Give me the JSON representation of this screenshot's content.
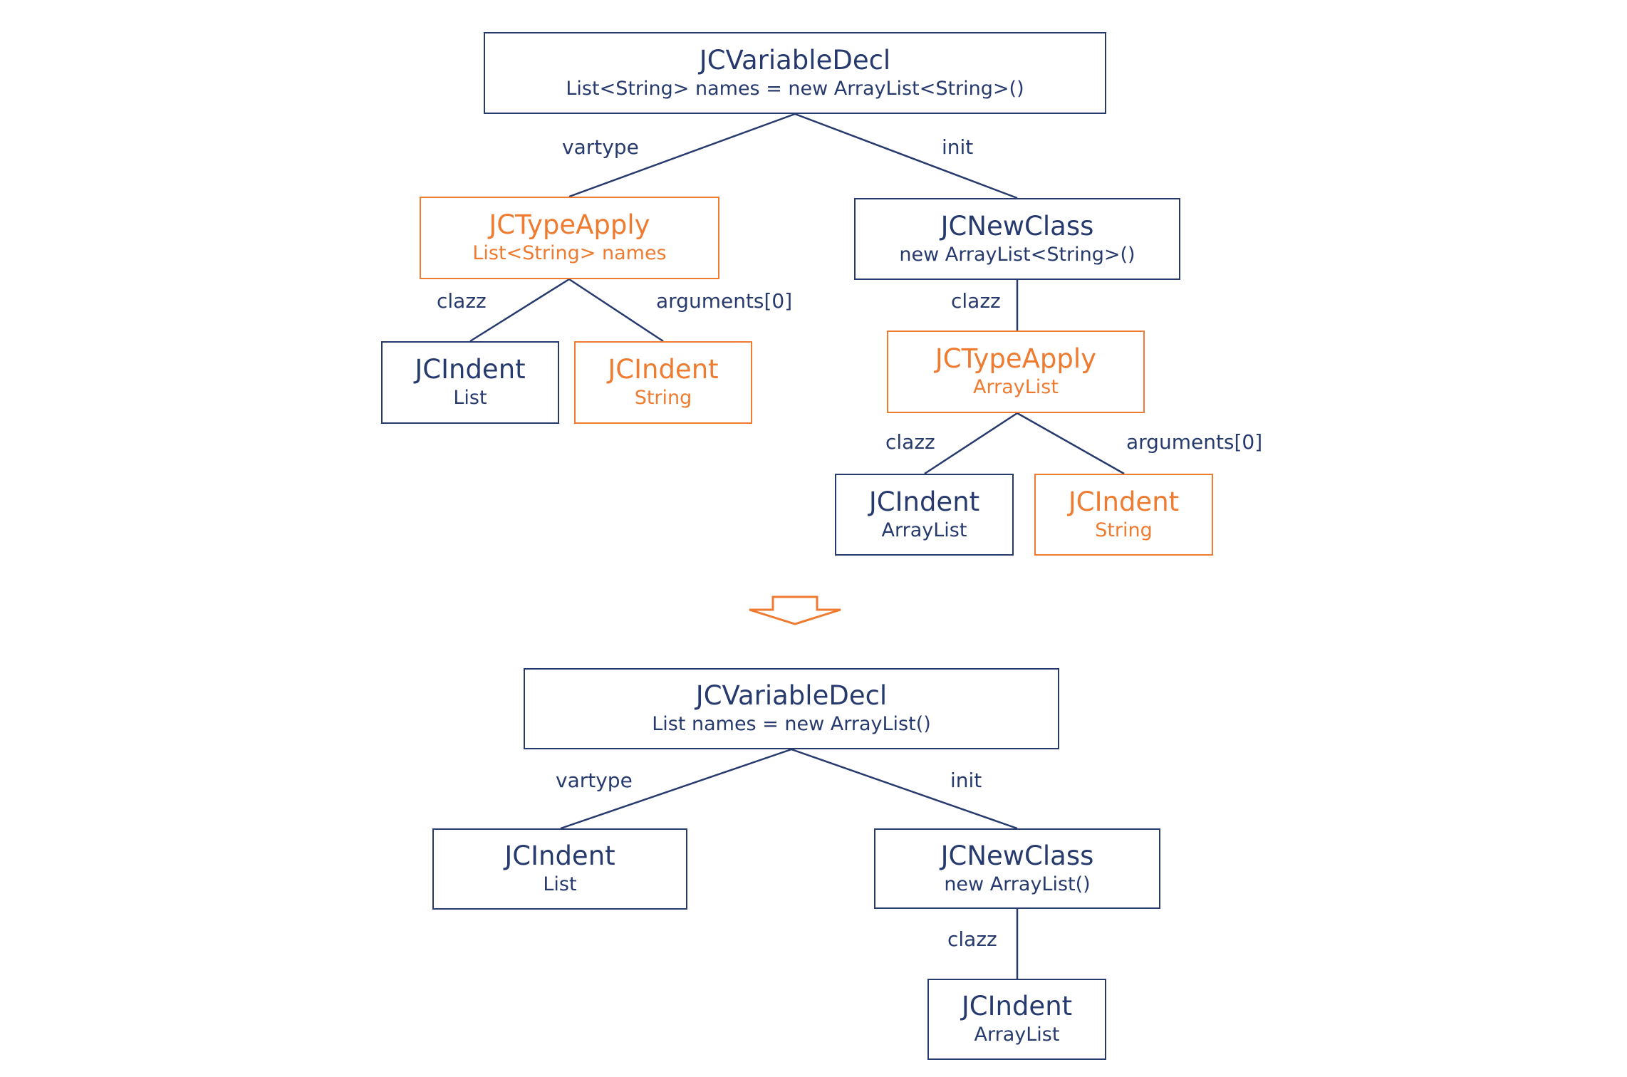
{
  "colors": {
    "default": "#273a6e",
    "highlight": "#ee7b30",
    "background": "#ffffff"
  },
  "before": {
    "root": {
      "title": "JCVariableDecl",
      "sub": "List<String> names = new ArrayList<String>()"
    },
    "vartype": {
      "title": "JCTypeApply",
      "sub": "List<String> names"
    },
    "init": {
      "title": "JCNewClass",
      "sub": "new ArrayList<String>()"
    },
    "list_ident": {
      "title": "JCIndent",
      "sub": "List"
    },
    "string_ident": {
      "title": "JCIndent",
      "sub": "String"
    },
    "type_apply2": {
      "title": "JCTypeApply",
      "sub": "ArrayList"
    },
    "arraylist_ident": {
      "title": "JCIndent",
      "sub": "ArrayList"
    },
    "string_ident2": {
      "title": "JCIndent",
      "sub": "String"
    },
    "labels": {
      "vartype": "vartype",
      "init": "init",
      "clazz1": "clazz",
      "args1": "arguments[0]",
      "clazz2": "clazz",
      "clazz3": "clazz",
      "args2": "arguments[0]"
    }
  },
  "after": {
    "root": {
      "title": "JCVariableDecl",
      "sub": "List names = new ArrayList()"
    },
    "vartype": {
      "title": "JCIndent",
      "sub": "List"
    },
    "init": {
      "title": "JCNewClass",
      "sub": "new ArrayList()"
    },
    "arraylist_ident": {
      "title": "JCIndent",
      "sub": "ArrayList"
    },
    "labels": {
      "vartype": "vartype",
      "init": "init",
      "clazz": "clazz"
    }
  }
}
